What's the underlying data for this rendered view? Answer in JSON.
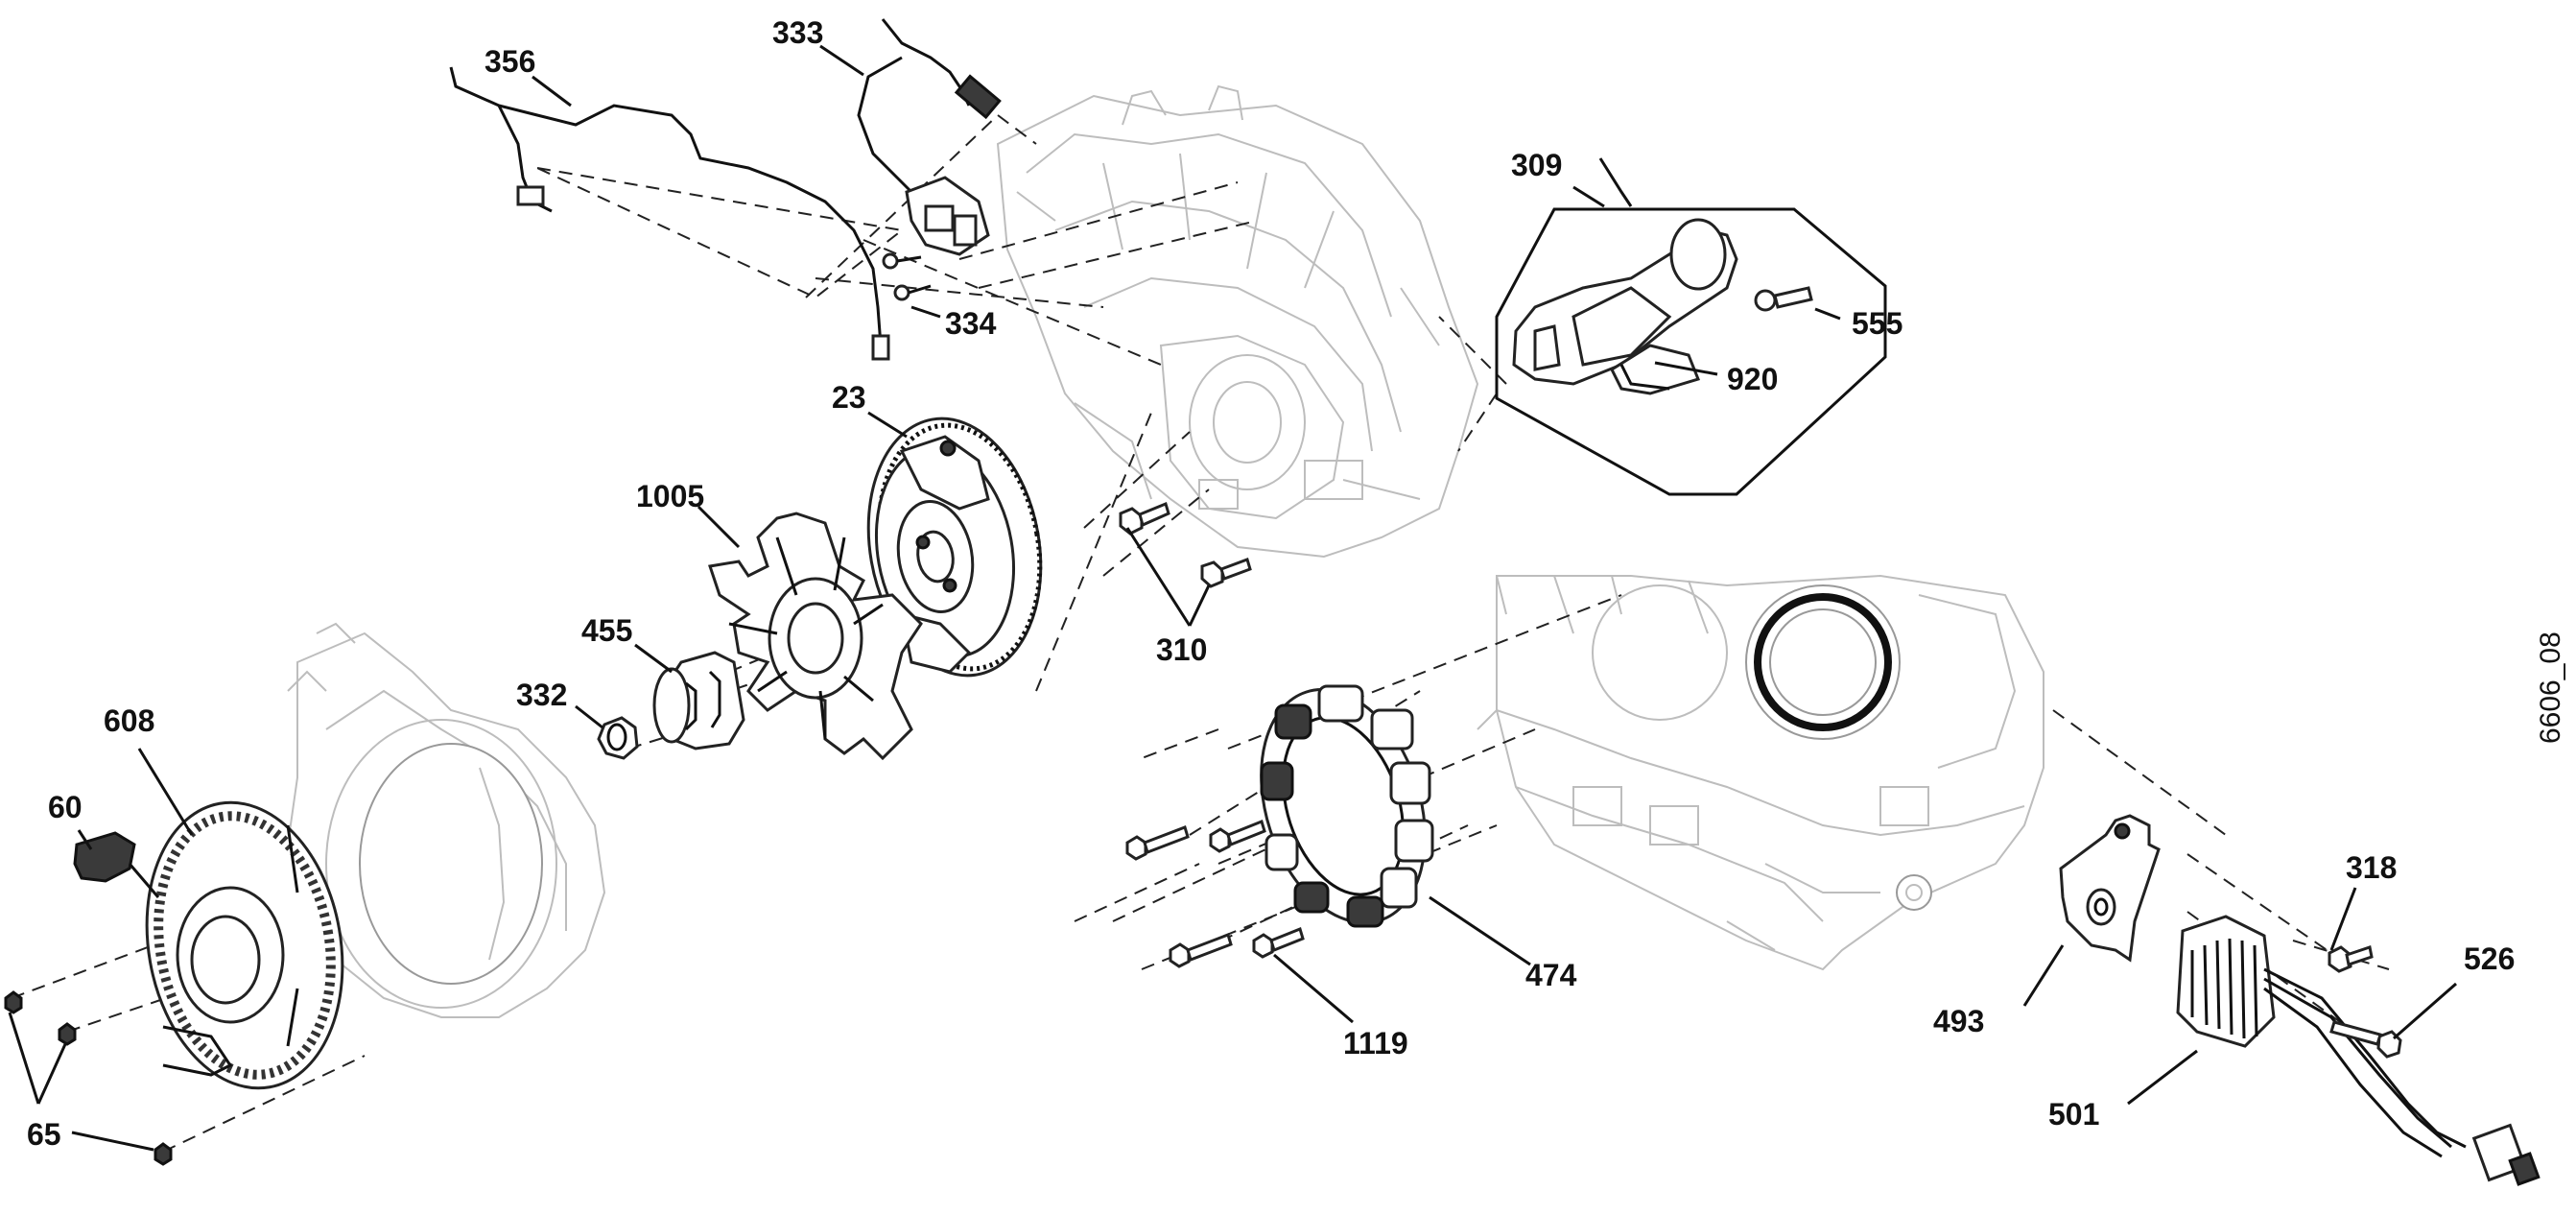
{
  "figure_id": "6606_08",
  "labels": {
    "l356": "356",
    "l333": "333",
    "l334": "334",
    "l309": "309",
    "l555": "555",
    "l920": "920",
    "l23": "23",
    "l1005": "1005",
    "l455": "455",
    "l332": "332",
    "l310": "310",
    "l608": "608",
    "l60": "60",
    "l65": "65",
    "l474": "474",
    "l1119": "1119",
    "l318": "318",
    "l526": "526",
    "l493": "493",
    "l501": "501"
  }
}
